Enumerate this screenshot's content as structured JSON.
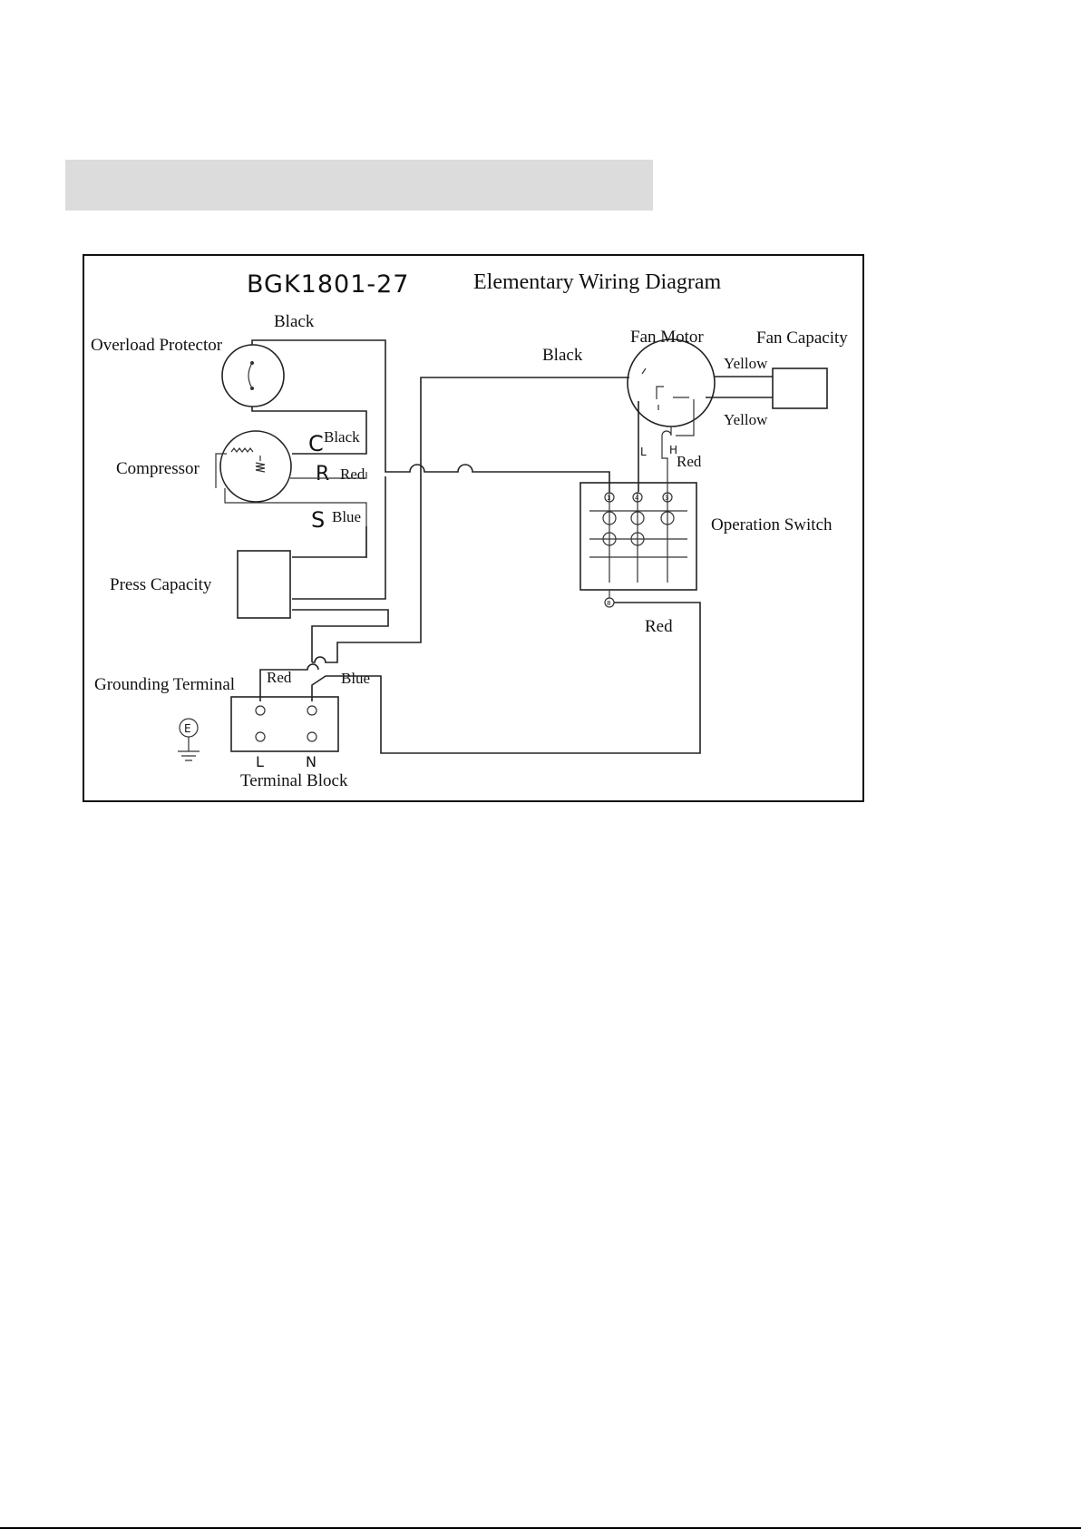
{
  "diagram": {
    "model": "BGK1801-27",
    "title": "Elementary Wiring Diagram",
    "components": {
      "overload_protector": "Overload Protector",
      "compressor": "Compressor",
      "press_capacity": "Press Capacity",
      "grounding_terminal": "Grounding Terminal",
      "terminal_block": "Terminal Block",
      "fan_motor": "Fan Motor",
      "fan_capacity": "Fan Capacity",
      "operation_switch": "Operation Switch"
    },
    "wires": {
      "black_top": "Black",
      "black_fan": "Black",
      "yellow_upper": "Yellow",
      "yellow_lower": "Yellow",
      "compressor_c_black": "Black",
      "compressor_r_red": "Red",
      "compressor_s_blue": "Blue",
      "fan_h_red": "Red",
      "switch_red": "Red",
      "terminal_red": "Red",
      "terminal_blue": "Blue"
    },
    "pins": {
      "c": "C",
      "r": "R",
      "s": "S",
      "fan_l": "L",
      "fan_h": "H",
      "block_l": "L",
      "block_n": "N",
      "ground": "E",
      "switch_1": "1",
      "switch_4": "4",
      "switch_3": "3",
      "switch_bottom": "8"
    }
  },
  "colors": {
    "header_bar": "#dcdcdc",
    "line": "#222222",
    "frame": "#111111"
  }
}
